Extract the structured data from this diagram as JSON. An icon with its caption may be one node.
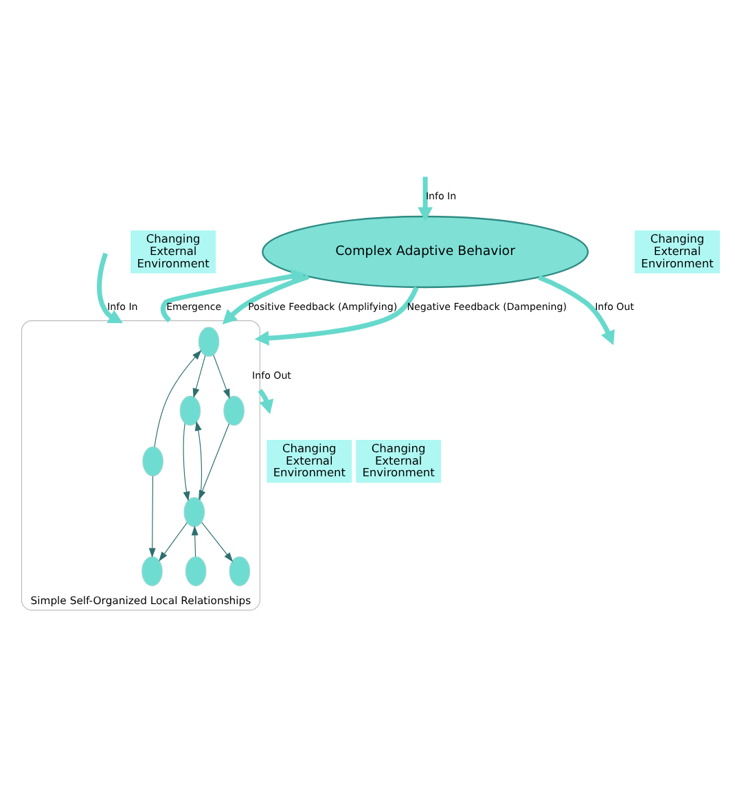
{
  "diagram": {
    "nodes": [
      {
        "text": [
          "Complex Adaptive Behavior"
        ]
      },
      {
        "text": [
          "Simple Self-Organized Local Relationships"
        ]
      },
      {
        "text": [],
        "shape": "circle",
        "in": 1
      },
      {
        "text": [],
        "shape": "circle",
        "in": 1
      },
      {
        "text": [],
        "shape": "circle",
        "in": 1
      },
      {
        "text": [],
        "shape": "circle",
        "in": 1
      },
      {
        "text": [],
        "shape": "circle",
        "in": 1
      },
      {
        "text": [],
        "shape": "circle",
        "in": 1
      },
      {
        "text": [],
        "shape": "circle",
        "in": 1
      },
      {
        "text": [],
        "shape": "circle",
        "in": 1
      }
    ],
    "edges": [
      {
        "from": 1,
        "to": 0,
        "arrow": "to",
        "label": "Emergence",
        "style": "thick",
        "color": "#66d9cc"
      },
      {
        "from": 0,
        "to": 1,
        "arrow": "to",
        "label": "Positive Feedback (Amplifying)",
        "style": "thick",
        "color": "#66d9cc"
      },
      {
        "from": 0,
        "to": 1,
        "arrow": "to",
        "label": "Negative Feedback (Dampening)",
        "style": "thick",
        "color": "#66d9cc"
      },
      {
        "from": 0,
        "to": null,
        "arrow": "to",
        "label": "Info Out",
        "style": "thick",
        "color": "#66d9cc"
      },
      {
        "from": null,
        "to": 0,
        "arrow": "to",
        "label": "Info In",
        "style": "thick",
        "color": "#66d9cc"
      },
      {
        "from": null,
        "to": 1,
        "arrow": "to",
        "label": "Info In",
        "style": "thick",
        "color": "#66d9cc"
      },
      {
        "from": 1,
        "to": null,
        "arrow": "to",
        "label": "Info Out",
        "style": "thick",
        "color": "#66d9cc"
      },
      {
        "from": 2,
        "to": 3,
        "arrow": "to"
      },
      {
        "from": 2,
        "to": 4,
        "arrow": "to"
      },
      {
        "from": 3,
        "to": 5,
        "arrow": "to"
      },
      {
        "from": 4,
        "to": 5,
        "arrow": "to"
      },
      {
        "from": 5,
        "to": 4,
        "arrow": "to"
      },
      {
        "from": 6,
        "to": 5,
        "arrow": "to"
      },
      {
        "from": 7,
        "to": 2,
        "arrow": "to"
      },
      {
        "from": 7,
        "to": 8,
        "arrow": "to"
      },
      {
        "from": 5,
        "to": 8,
        "arrow": "to"
      },
      {
        "from": 5,
        "to": 9,
        "arrow": "to"
      }
    ],
    "labels": [
      "Changing External Environment",
      "Changing External Environment",
      "Changing External Environment",
      "Changing External Environment"
    ]
  }
}
